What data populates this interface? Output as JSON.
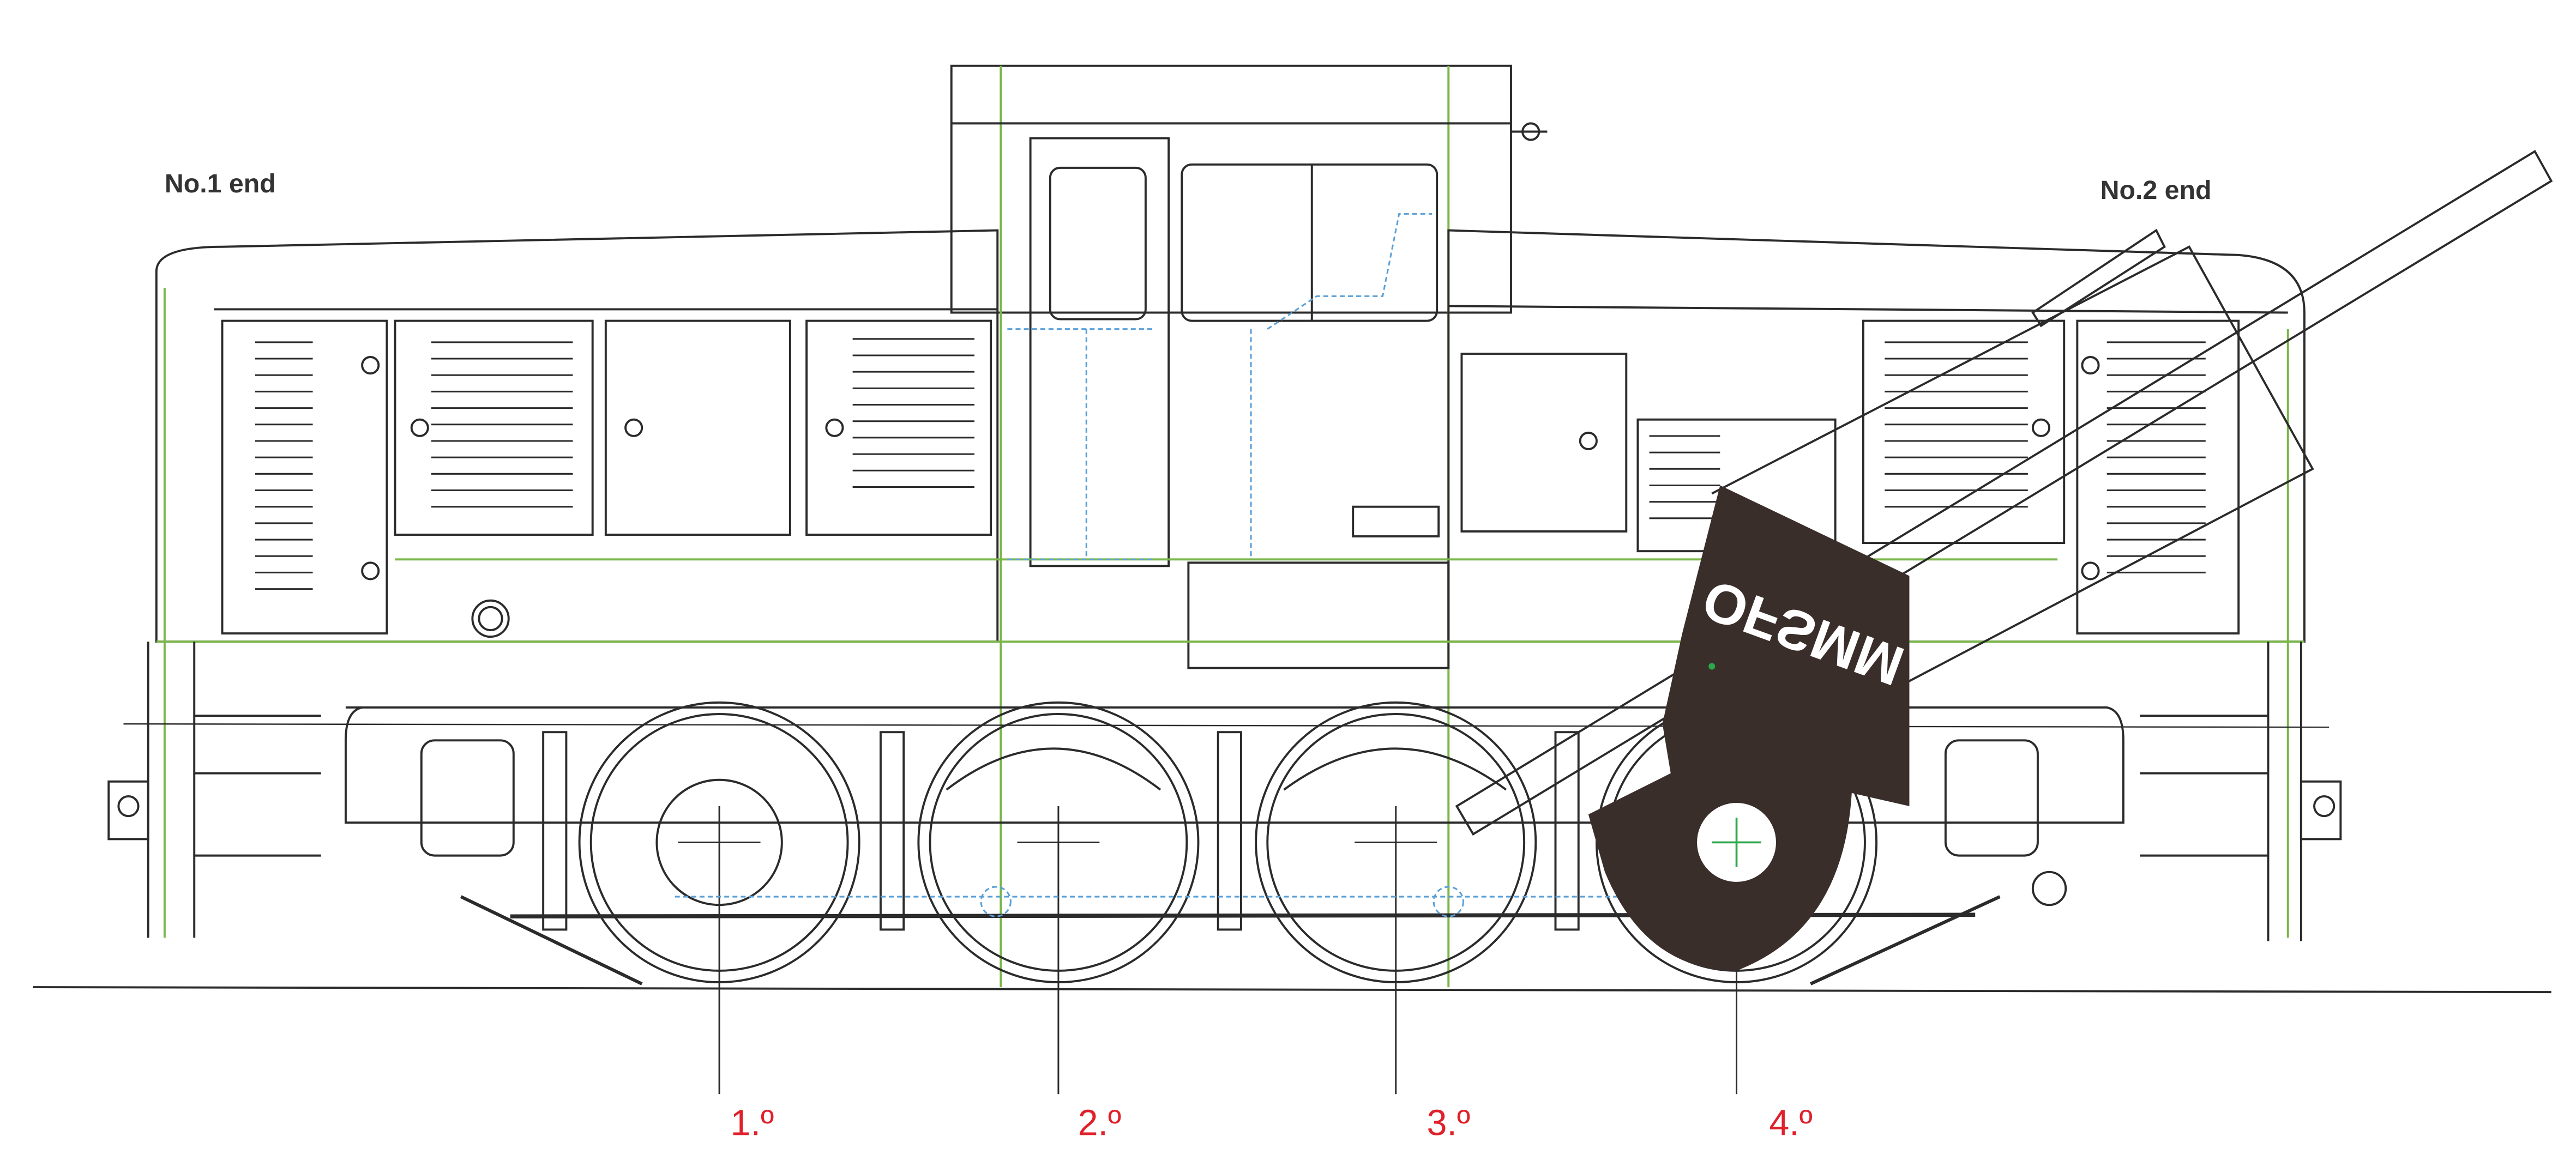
{
  "labels": {
    "end_1": "No.1 end",
    "end_2": "No.2 end",
    "axle_1": "1.º",
    "axle_2": "2.º",
    "axle_3": "3.º",
    "axle_4": "4.º"
  },
  "gauge": {
    "text": "OFSMM",
    "color": "#3a2e2a"
  },
  "colors": {
    "line": "#2b2b2b",
    "green": "#7ab648",
    "blue": "#5aa0d8",
    "red": "#e0202a",
    "gauge_mark": "#2aa84a"
  }
}
